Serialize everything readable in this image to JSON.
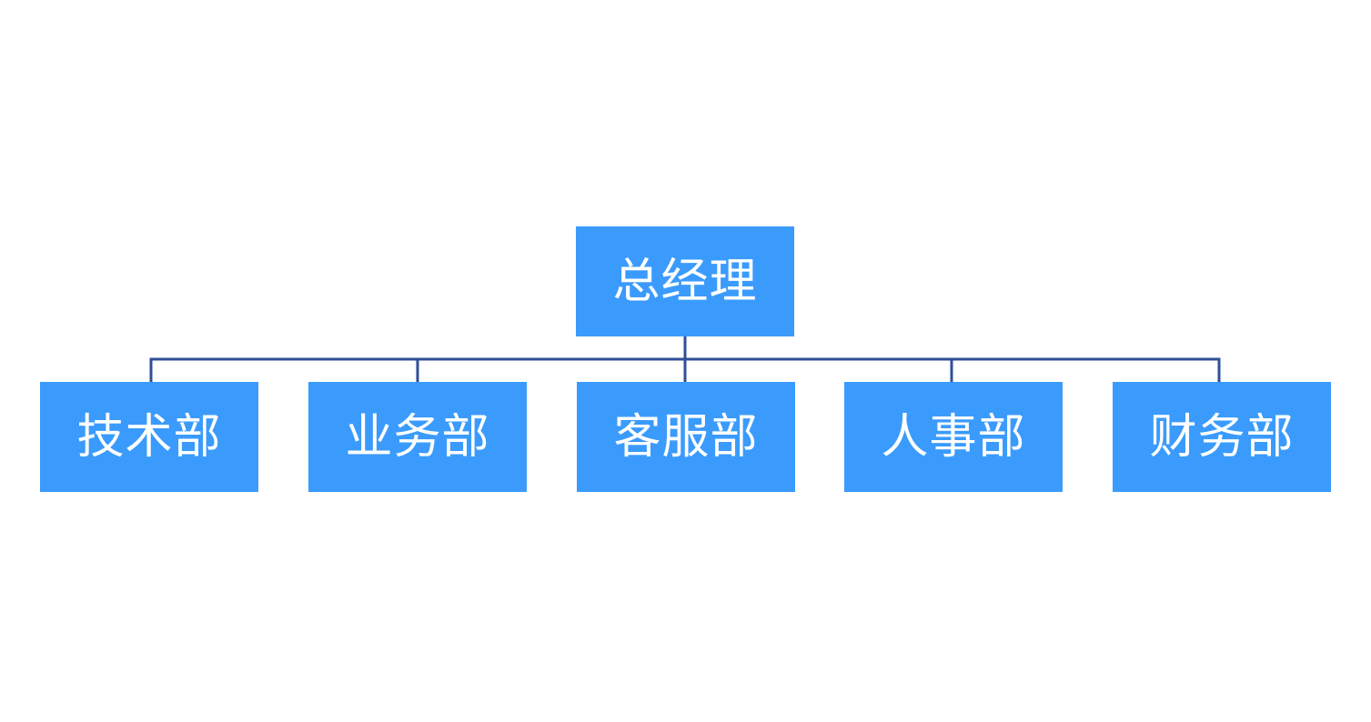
{
  "org_chart": {
    "root": {
      "label": "总经理"
    },
    "departments": [
      {
        "label": "技术部"
      },
      {
        "label": "业务部"
      },
      {
        "label": "客服部"
      },
      {
        "label": "人事部"
      },
      {
        "label": "财务部"
      }
    ],
    "colors": {
      "node_fill": "#3a9bfc",
      "node_text": "#ffffff",
      "connector": "#2f4f97"
    }
  }
}
